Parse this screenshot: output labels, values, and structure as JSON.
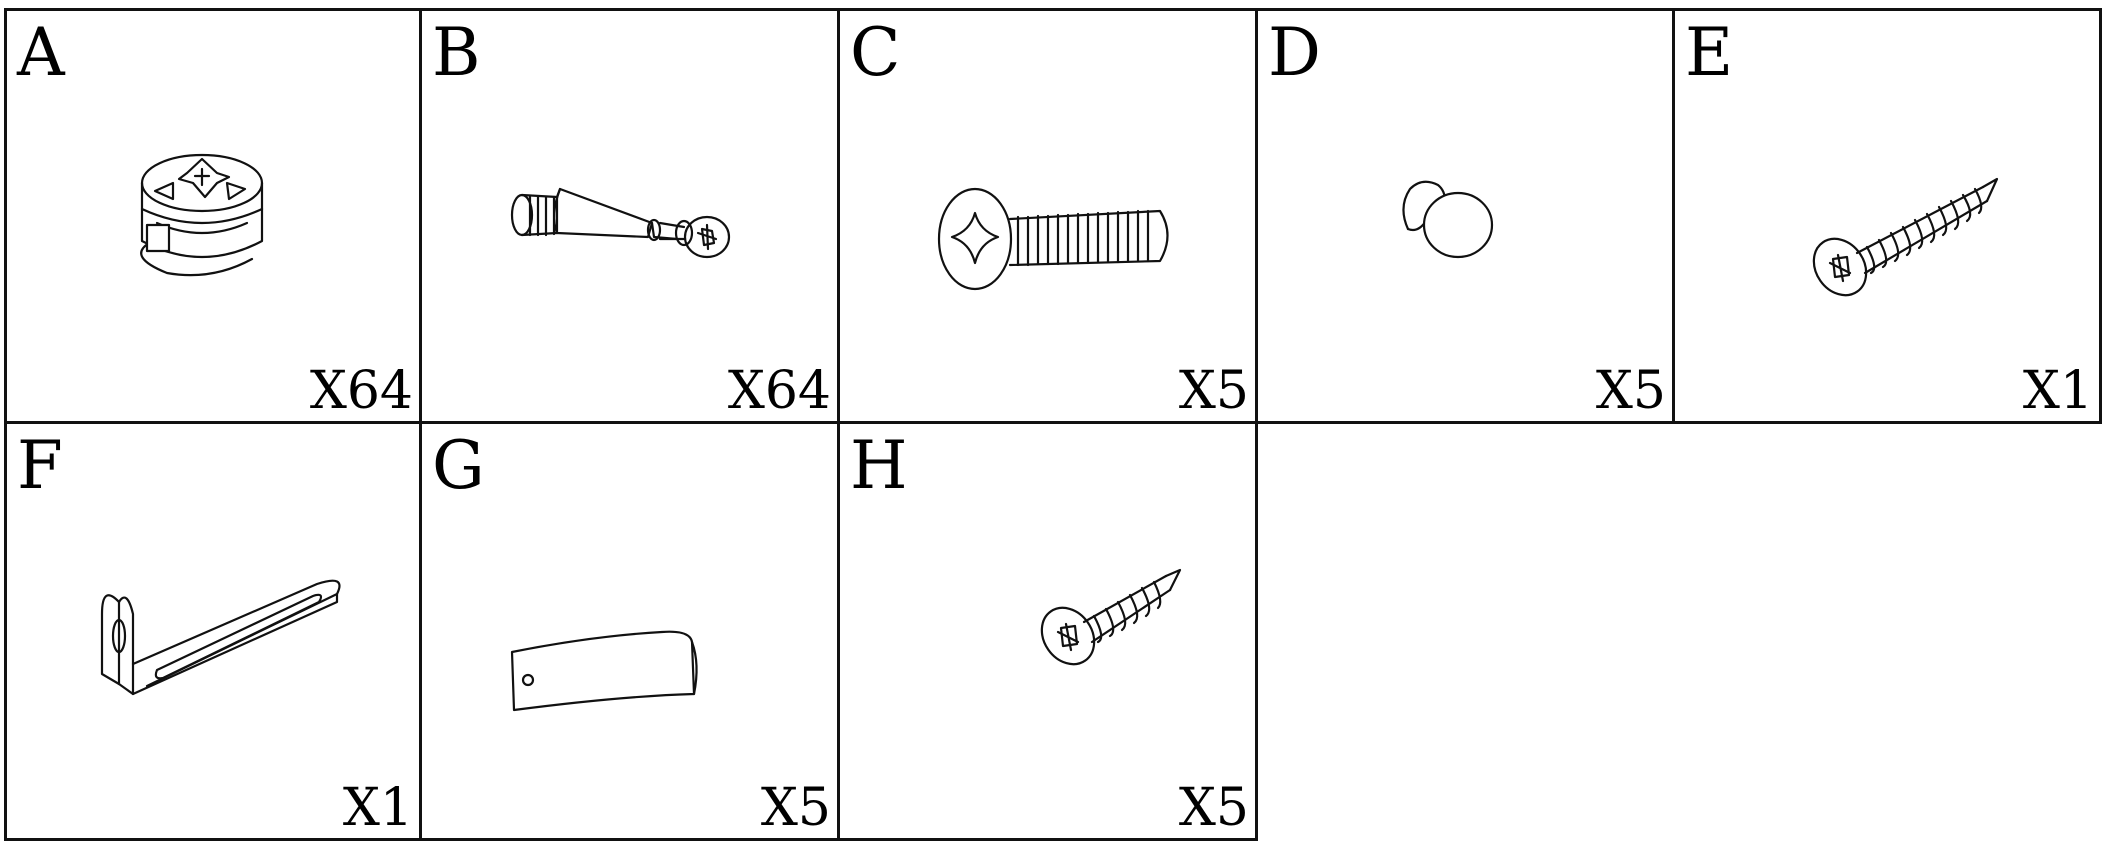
{
  "parts": [
    {
      "letter": "A",
      "quantity": "X64",
      "icon": "cam-lock-nut-icon"
    },
    {
      "letter": "B",
      "quantity": "X64",
      "icon": "cam-bolt-dowel-icon"
    },
    {
      "letter": "C",
      "quantity": "X5",
      "icon": "machine-screw-icon"
    },
    {
      "letter": "D",
      "quantity": "X5",
      "icon": "knob-icon"
    },
    {
      "letter": "E",
      "quantity": "X1",
      "icon": "wood-screw-long-icon"
    },
    {
      "letter": "F",
      "quantity": "X1",
      "icon": "l-bracket-icon"
    },
    {
      "letter": "G",
      "quantity": "X5",
      "icon": "curved-plate-icon"
    },
    {
      "letter": "H",
      "quantity": "X5",
      "icon": "wood-screw-short-icon"
    }
  ]
}
